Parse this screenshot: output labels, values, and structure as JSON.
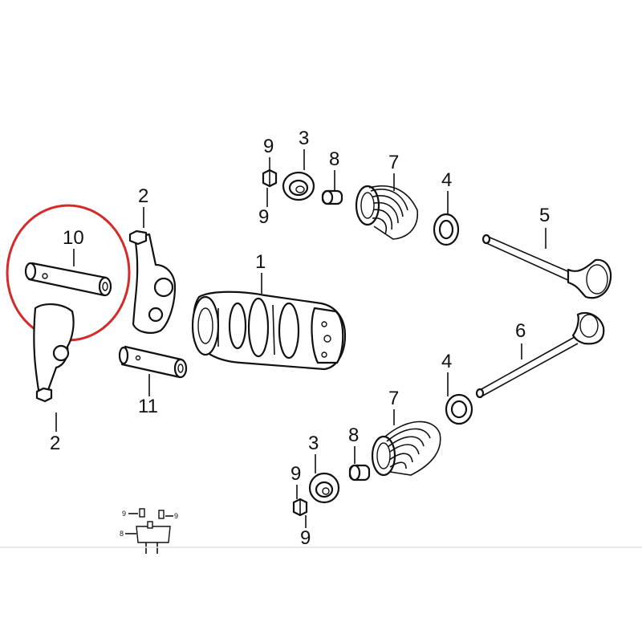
{
  "callouts": {
    "c9_top_a": "9",
    "c9_top_b": "9",
    "c3_top": "3",
    "c8_top": "8",
    "c7_top": "7",
    "c4_top": "4",
    "c5": "5",
    "c2_upper": "2",
    "c10": "10",
    "c1": "1",
    "c6": "6",
    "c11": "11",
    "c2_lower": "2",
    "c4_bot": "4",
    "c7_bot": "7",
    "c8_bot": "8",
    "c3_bot": "3",
    "c9_bot_a": "9",
    "c9_bot_b": "9"
  },
  "inset": {
    "c9_left": "9",
    "c9_right": "9",
    "c8": "8"
  },
  "highlight_color": "#d62a2a"
}
